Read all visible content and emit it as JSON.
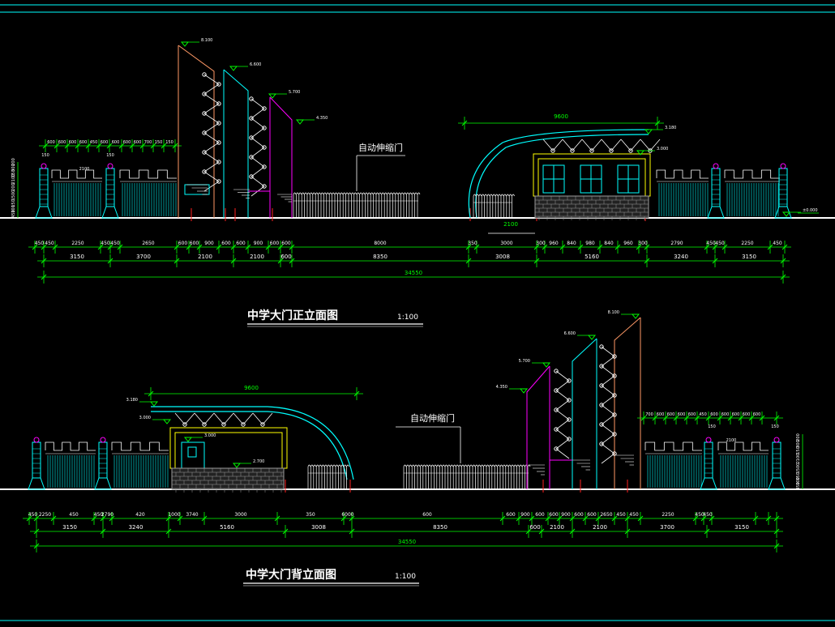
{
  "colors": {
    "background": "#000000",
    "ground": "#ffffff",
    "dim": "#00ff00",
    "cyan": "#00ffff",
    "yellow": "#ffff00",
    "magenta": "#ff00ff",
    "red": "#ff2020",
    "orange": "#ff9966",
    "white": "#ffffff",
    "grey": "#9a9a9a"
  },
  "front": {
    "title": "中学大门正立面图",
    "scale": "1:100",
    "gate_label": "自动伸缩门",
    "elev_levels": [
      "8.100",
      "6.600",
      "5.700",
      "4.350",
      "3.180",
      "3.000",
      "±0.000"
    ],
    "top_dims": [
      "600",
      "600",
      "600",
      "600",
      "450",
      "600",
      "600",
      "600",
      "600",
      "700",
      "150",
      "150",
      "2100"
    ],
    "left_vert_dims": [
      "200",
      "300",
      "150",
      "2100",
      "200",
      "1500",
      "150",
      "100",
      "450"
    ],
    "canopy_dim": "9600",
    "opening_dim": "2100",
    "row1": [
      "450",
      "450",
      "2250",
      "450",
      "450",
      "2650",
      "600",
      "600",
      "900",
      "600",
      "600",
      "900",
      "600",
      "600",
      "8000",
      "350",
      "3000",
      "300",
      "960",
      "840",
      "980",
      "840",
      "960",
      "300",
      "2790",
      "450",
      "450",
      "2250",
      "450"
    ],
    "row2": [
      "3150",
      "3700",
      "2100",
      "2100",
      "600",
      "8350",
      "3008",
      "5160",
      "3240",
      "3150"
    ],
    "total": "34550"
  },
  "back": {
    "title": "中学大门背立面图",
    "scale": "1:100",
    "gate_label": "自动伸缩门",
    "elev_levels": [
      "8.100",
      "6.600",
      "5.700",
      "4.350",
      "3.180",
      "3.000",
      "3.000",
      "2.700"
    ],
    "top_dims": [
      "700",
      "600",
      "600",
      "600",
      "600",
      "450",
      "600",
      "600",
      "600",
      "600",
      "600",
      "150",
      "150",
      "2100"
    ],
    "right_vert_dims": [
      "200",
      "300",
      "150",
      "2100",
      "1500",
      "150",
      "100",
      "450"
    ],
    "canopy_dim": "9600",
    "row1": [
      "450",
      "2250",
      "450",
      "450",
      "2790",
      "420",
      "1000",
      "3740",
      "3000",
      "350",
      "6000",
      "600",
      "600",
      "900",
      "600",
      "600",
      "900",
      "600",
      "600",
      "2650",
      "450",
      "450",
      "2250",
      "450",
      "450"
    ],
    "row2": [
      "3150",
      "3240",
      "5160",
      "3008",
      "8350",
      "600",
      "2100",
      "2100",
      "3700",
      "3150"
    ],
    "total": "34550"
  }
}
